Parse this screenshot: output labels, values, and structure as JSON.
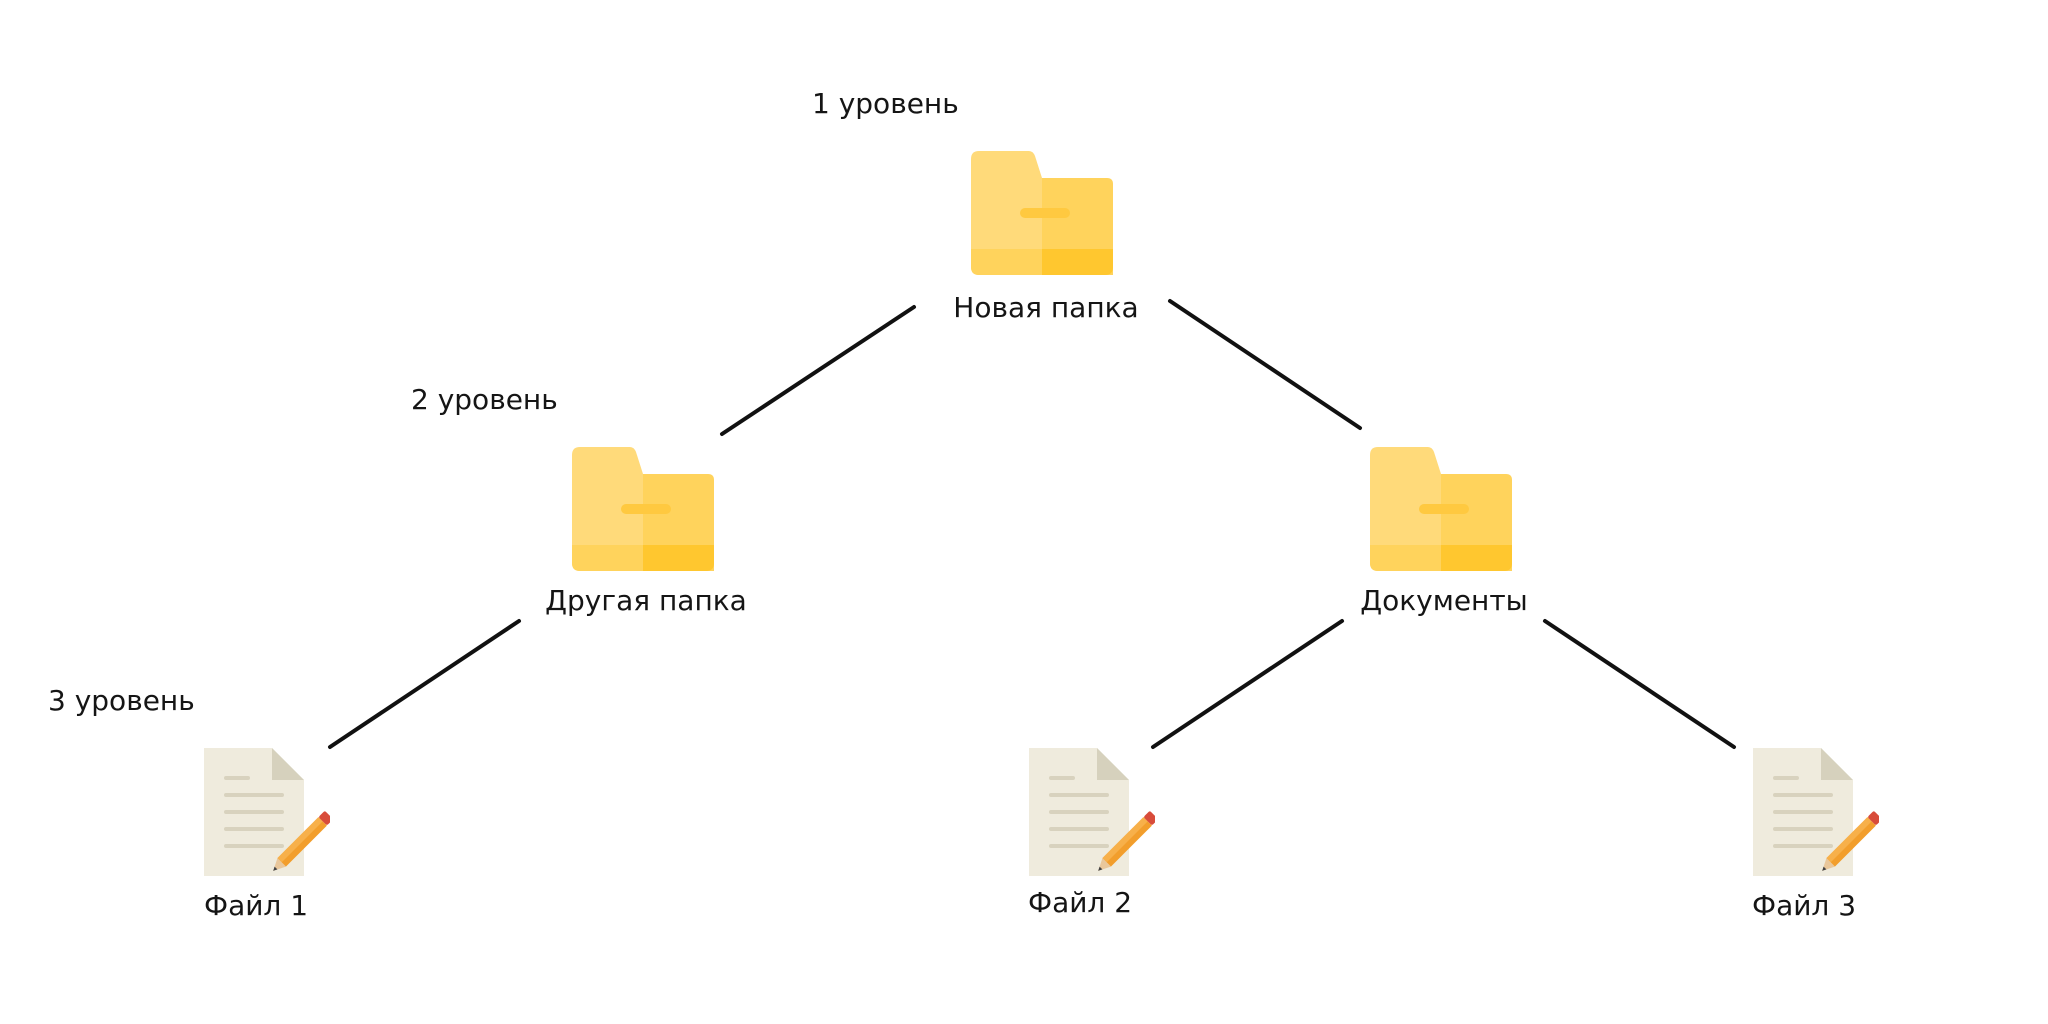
{
  "levels": {
    "level1": "1 уровень",
    "level2": "2 уровень",
    "level3": "3 уровень"
  },
  "nodes": {
    "root": {
      "label": "Новая папка",
      "icon": "folder-icon"
    },
    "other_folder": {
      "label": "Другая папка",
      "icon": "folder-icon"
    },
    "documents": {
      "label": "Документы",
      "icon": "folder-icon"
    },
    "file1": {
      "label": "Файл 1",
      "icon": "file-edit-icon"
    },
    "file2": {
      "label": "Файл 2",
      "icon": "file-edit-icon"
    },
    "file3": {
      "label": "Файл 3",
      "icon": "file-edit-icon"
    }
  },
  "colors": {
    "folder_light": "#FFDA7A",
    "folder_mid": "#FFD35C",
    "folder_dark": "#FFC72F",
    "folder_tab": "#FFDC7C",
    "file_paper": "#EFEBDD",
    "file_fold": "#D6D1BD",
    "file_lines": "#D8D2BE",
    "pencil_body": "#F29E2C",
    "pencil_tip": "#D84C3A",
    "connector": "#111111"
  }
}
